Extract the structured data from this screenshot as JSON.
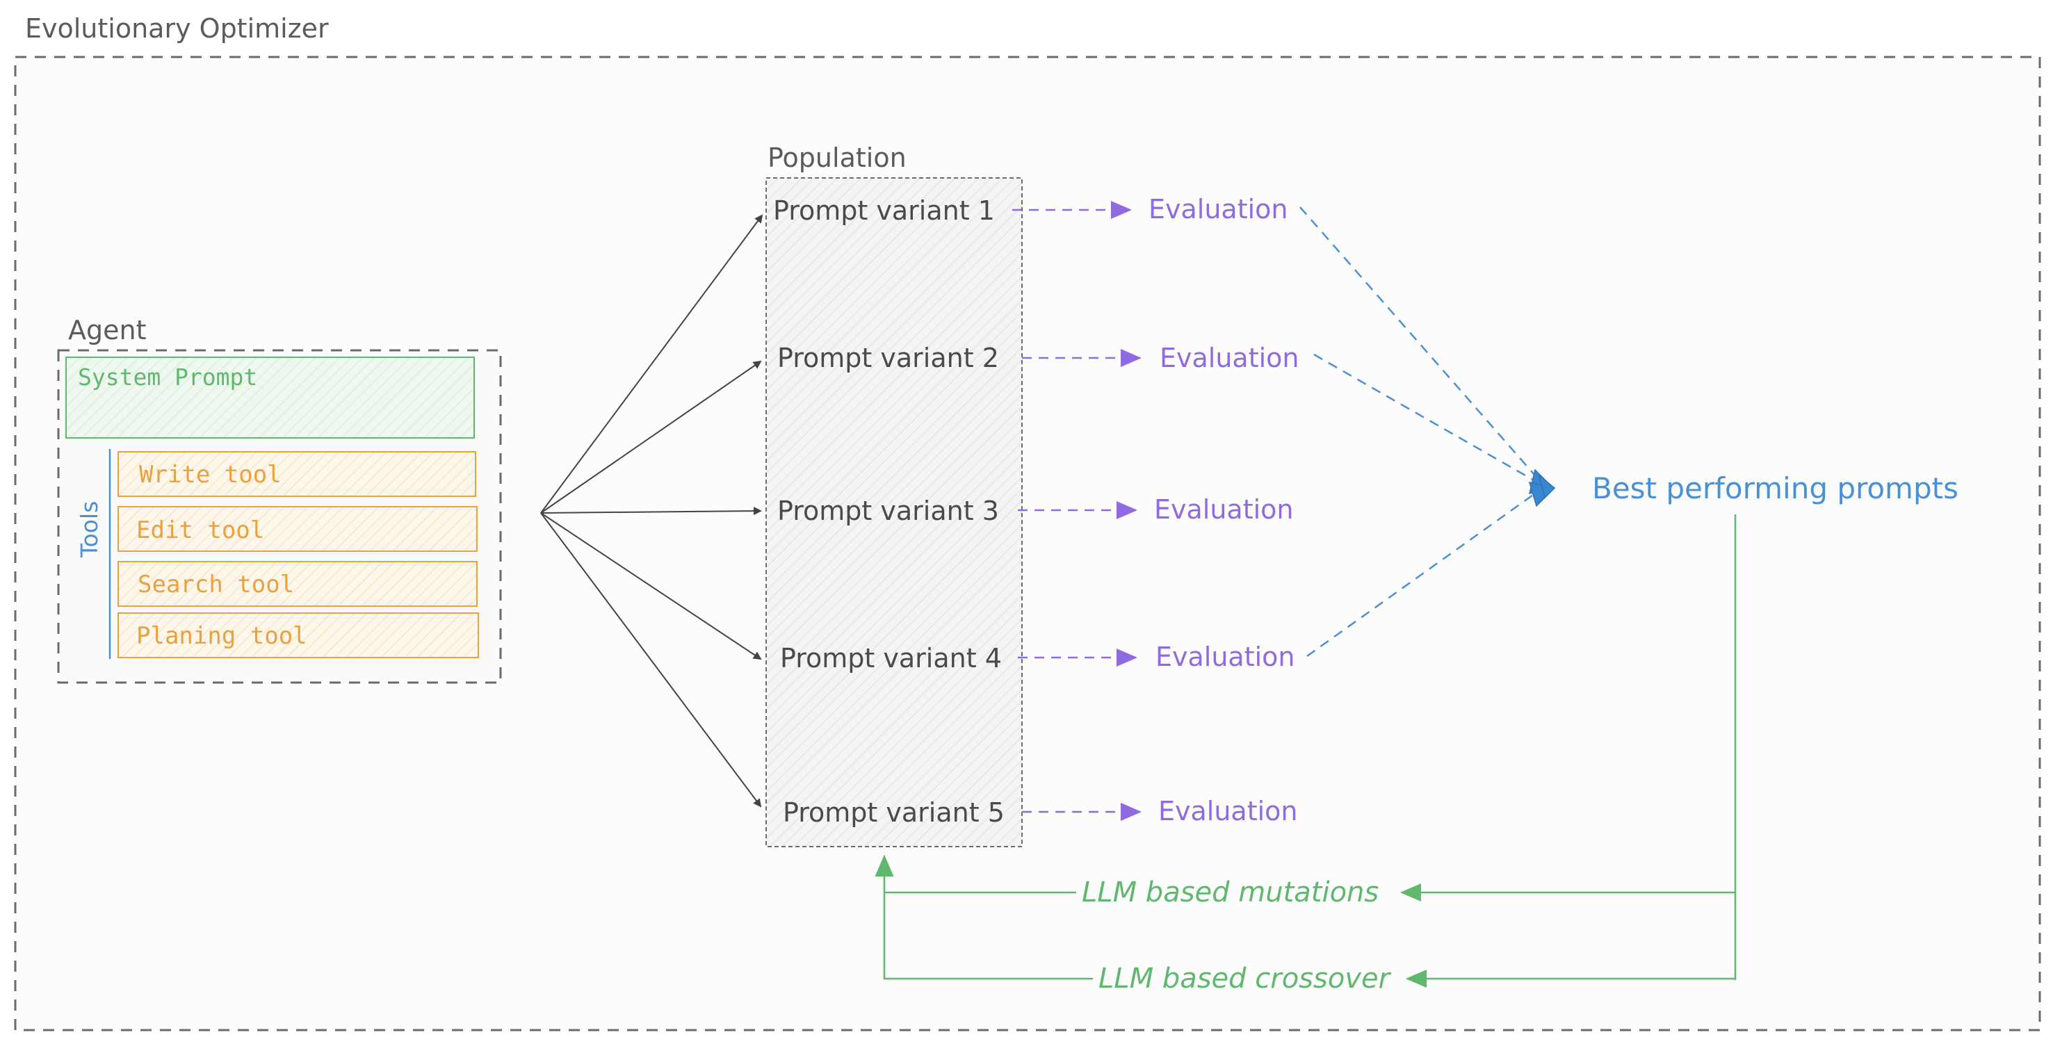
{
  "frame": {
    "title": "Evolutionary Optimizer"
  },
  "agent": {
    "title": "Agent",
    "system_prompt": "System Prompt",
    "tools_label": "Tools",
    "tools": [
      "Write tool",
      "Edit tool",
      "Search tool",
      "Planing tool"
    ]
  },
  "population": {
    "title": "Population",
    "variants": [
      "Prompt variant 1",
      "Prompt variant 2",
      "Prompt variant 3",
      "Prompt variant 4",
      "Prompt variant 5"
    ]
  },
  "evaluations": [
    "Evaluation",
    "Evaluation",
    "Evaluation",
    "Evaluation",
    "Evaluation"
  ],
  "best": {
    "label": "Best performing prompts"
  },
  "feedback": {
    "mutations": "LLM based mutations",
    "crossover": "LLM based crossover"
  },
  "colors": {
    "dashed_border": "#6b6b6b",
    "system_prompt": "#5fb86e",
    "tool": "#eba13d",
    "tools_label": "#4a90d4",
    "evaluation": "#8f6ae0",
    "best": "#4a90d4",
    "feedback": "#5fb86e",
    "arrow": "#444444"
  }
}
